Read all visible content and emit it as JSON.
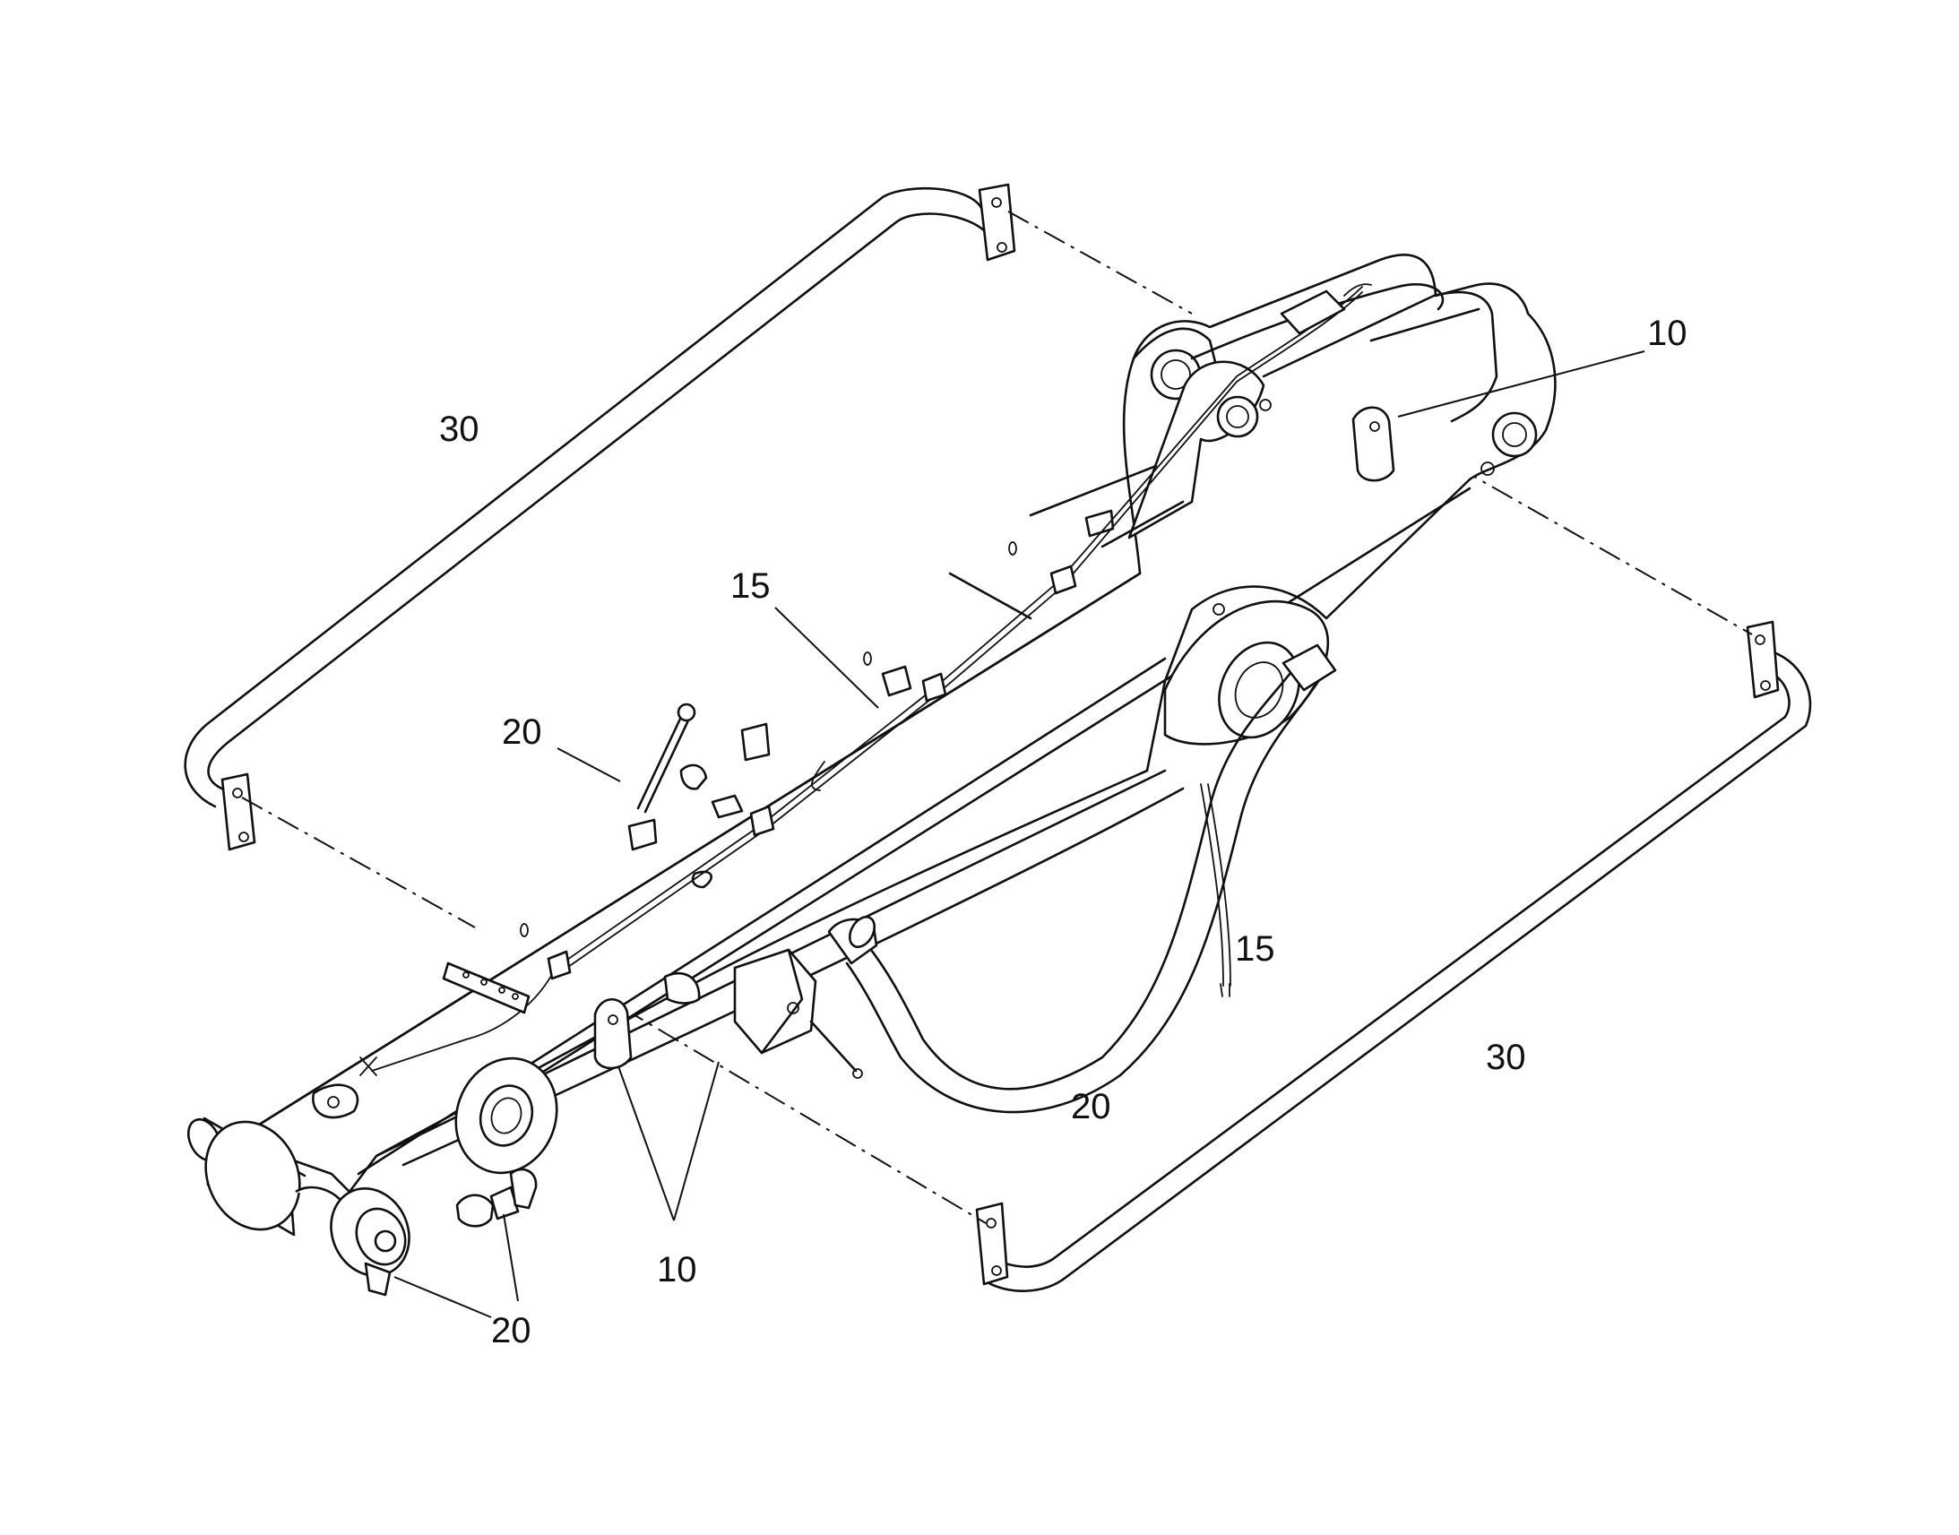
{
  "callouts": [
    {
      "id": "c30-left",
      "text": "30"
    },
    {
      "id": "c10-right",
      "text": "10"
    },
    {
      "id": "c15-top",
      "text": "15"
    },
    {
      "id": "c20-upper",
      "text": "20"
    },
    {
      "id": "c15-right",
      "text": "15"
    },
    {
      "id": "c30-right",
      "text": "30"
    },
    {
      "id": "c20-hose",
      "text": "20"
    },
    {
      "id": "c10-lower",
      "text": "10"
    },
    {
      "id": "c20-lower",
      "text": "20"
    }
  ],
  "colors": {
    "line": "#111111",
    "background": "#ffffff"
  }
}
